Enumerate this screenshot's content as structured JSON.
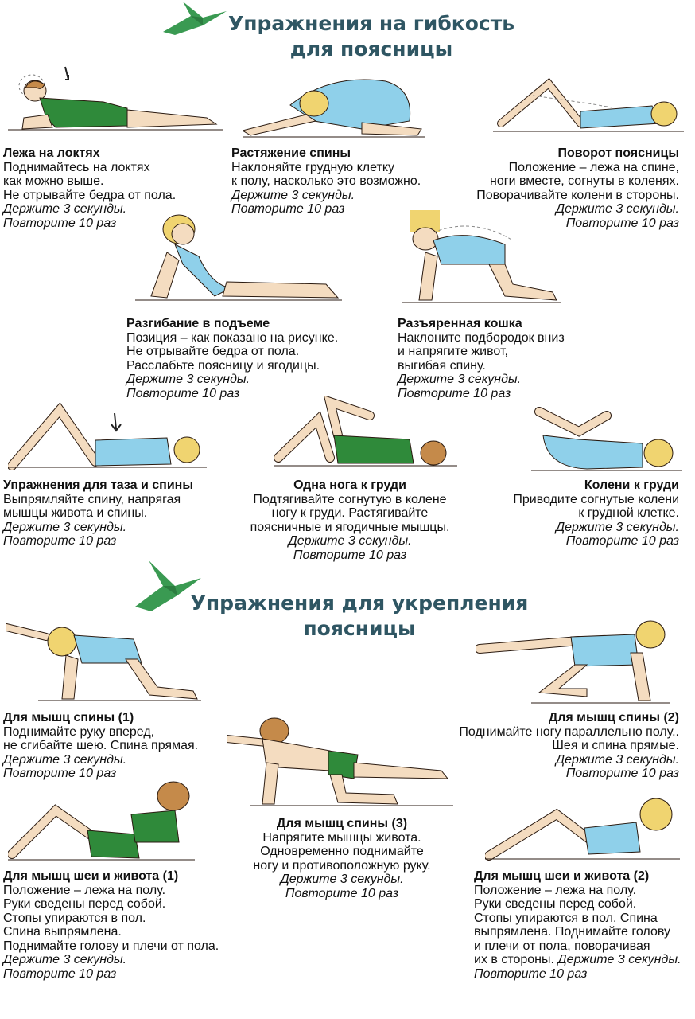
{
  "section_flex": {
    "title_line1": "Упражнения на гибкость",
    "title_line2": "для поясницы"
  },
  "section_strength": {
    "title_line1": "Упражнения для укрепления",
    "title_line2": "поясницы"
  },
  "colors": {
    "title": "#2f5663",
    "bird": "#3a9a52",
    "skin": "#f4dcc0",
    "leotard_blue": "#8fd0ea",
    "leotard_green": "#2f8a3a",
    "hair": "#f0d470",
    "outline": "#2a1a10"
  },
  "flex": {
    "e1": {
      "heading": "Лежа на локтях",
      "lines": [
        "Поднимайтесь на локтях",
        "как можно выше.",
        "Не отрывайте бедра от пола."
      ],
      "hold": "Держите 3 секунды.",
      "repeat": "Повторите 10 раз"
    },
    "e2": {
      "heading": "Растяжение спины",
      "lines": [
        "Наклоняйте грудную клетку",
        "к полу, насколько это возможно."
      ],
      "hold": "Держите 3 секунды.",
      "repeat": "Повторите 10 раз"
    },
    "e3": {
      "heading": "Поворот поясницы",
      "lines": [
        "Положение – лежа на спине,",
        "ноги вместе, согнуты в коленях.",
        "Поворачивайте колени в стороны."
      ],
      "hold": "Держите 3 секунды.",
      "repeat": "Повторите 10 раз"
    },
    "e4": {
      "heading": "Разгибание в подъеме",
      "lines": [
        "Позиция – как показано на рисунке.",
        "Не отрывайте бедра от пола.",
        "Расслабьте поясницу и ягодицы."
      ],
      "hold": "Держите 3 секунды.",
      "repeat": "Повторите 10 раз"
    },
    "e5": {
      "heading": "Разъяренная кошка",
      "lines": [
        "Наклоните подбородок вниз",
        "и напрягите живот,",
        "выгибая спину."
      ],
      "hold": "Держите 3 секунды.",
      "repeat": "Повторите 10 раз"
    },
    "e6": {
      "heading": "Упражнения для таза и спины",
      "lines": [
        "Выпрямляйте спину, напрягая",
        "мышцы живота и спины."
      ],
      "hold": "Держите 3 секунды.",
      "repeat": "Повторите 10 раз"
    },
    "e7": {
      "heading": "Одна нога к груди",
      "lines": [
        "Подтягивайте согнутую в колене",
        "ногу к груди. Растягивайте",
        "поясничные и ягодичные мышцы."
      ],
      "hold": "Держите 3 секунды.",
      "repeat": "Повторите 10 раз"
    },
    "e8": {
      "heading": "Колени к груди",
      "lines": [
        "Приводите согнутые колени",
        "к грудной клетке."
      ],
      "hold": "Держите 3 секунды.",
      "repeat": "Повторите 10 раз"
    }
  },
  "strength": {
    "s1": {
      "heading": "Для мышц спины (1)",
      "lines": [
        "Поднимайте руку вперед,",
        "не сгибайте шею. Спина прямая."
      ],
      "hold": "Держите 3 секунды.",
      "repeat": "Повторите 10 раз"
    },
    "s2": {
      "heading": "Для мышц спины (2)",
      "lines": [
        "Поднимайте ногу параллельно полу..",
        "Шея и спина прямые."
      ],
      "hold": "Держите 3 секунды.",
      "repeat": "Повторите 10 раз"
    },
    "s3": {
      "heading": "Для мышц спины (3)",
      "lines": [
        "Напрягите мышцы живота.",
        "Одновременно поднимайте",
        "ногу и противоположную руку."
      ],
      "hold": "Держите 3 секунды.",
      "repeat": "Повторите 10 раз"
    },
    "s4": {
      "heading": "Для мышц шеи и живота (1)",
      "lines": [
        "Положение – лежа на полу.",
        "Руки сведены перед собой.",
        "Стопы упираются в пол.",
        "Спина выпрямлена.",
        "Поднимайте голову и плечи от пола."
      ],
      "hold": "Держите 3 секунды.",
      "repeat": "Повторите 10 раз"
    },
    "s5": {
      "heading": "Для мышц шеи и живота (2)",
      "lines": [
        "Положение – лежа на полу.",
        "Руки сведены перед собой.",
        "Стопы упираются в пол. Спина",
        "выпрямлена. Поднимайте голову",
        "и плечи от пола, поворачивая"
      ],
      "last_line_prefix": "их в стороны.",
      "hold": "Держите 3 секунды.",
      "repeat": "Повторите 10 раз"
    }
  }
}
